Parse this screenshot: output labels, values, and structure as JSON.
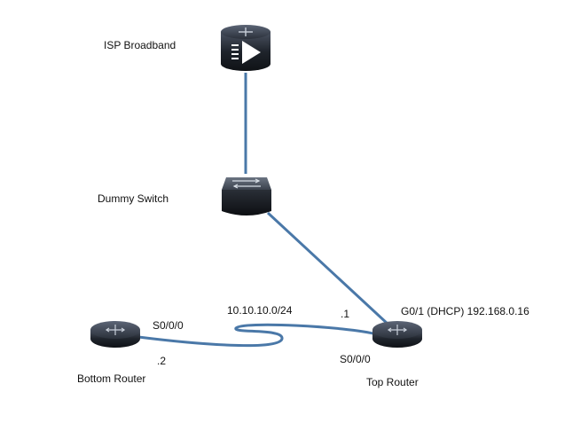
{
  "nodes": {
    "isp": {
      "label": "ISP Broadband",
      "icon": "isp-router-icon"
    },
    "switch": {
      "label": "Dummy Switch",
      "icon": "switch-icon"
    },
    "top_router": {
      "label": "Top Router",
      "icon": "router-icon"
    },
    "bottom_router": {
      "label": "Bottom Router",
      "icon": "router-icon"
    }
  },
  "links": {
    "serial_network": "10.10.10.0/24",
    "top_serial_ip": ".1",
    "bottom_serial_ip": ".2",
    "top_serial_interface": "S0/0/0",
    "bottom_serial_interface": "S0/0/0",
    "top_g01": "G0/1  (DHCP) 192.168.0.16"
  },
  "colors": {
    "link": "#4a78a8",
    "device_dark": "#1c2027",
    "device_mid": "#3b4250"
  }
}
